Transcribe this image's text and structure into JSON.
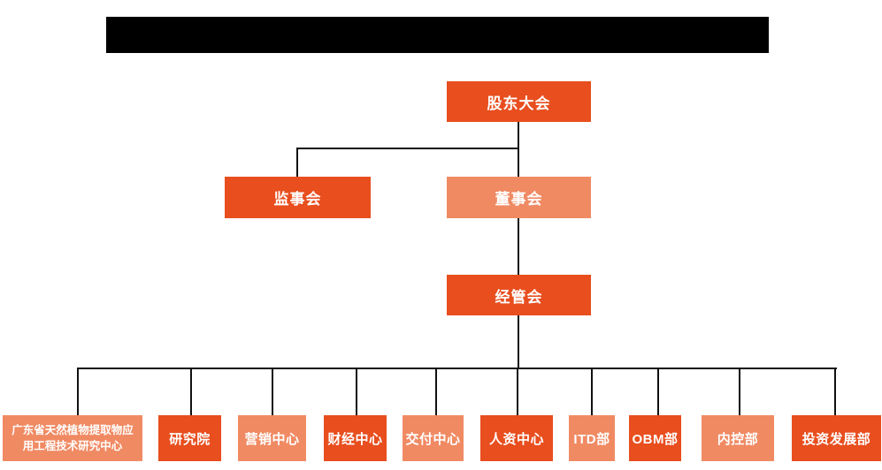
{
  "colors": {
    "node_primary": "#E84E1E",
    "node_secondary": "#F08A63",
    "connector": "#111111",
    "redaction": "#000000",
    "node_text": "#ffffff",
    "background": "#ffffff"
  },
  "org_chart": {
    "root": {
      "label": "股东大会",
      "variant": "primary"
    },
    "level2": [
      {
        "label": "监事会",
        "variant": "primary"
      },
      {
        "label": "董事会",
        "variant": "secondary"
      }
    ],
    "level3": [
      {
        "label": "经管会",
        "variant": "primary"
      }
    ],
    "level4": [
      {
        "label": "广东省天然植物提取物应用工程技术研究中心",
        "variant": "secondary"
      },
      {
        "label": "研究院",
        "variant": "primary"
      },
      {
        "label": "营销中心",
        "variant": "secondary"
      },
      {
        "label": "财经中心",
        "variant": "primary"
      },
      {
        "label": "交付中心",
        "variant": "secondary"
      },
      {
        "label": "人资中心",
        "variant": "primary"
      },
      {
        "label": "ITD部",
        "variant": "secondary"
      },
      {
        "label": "OBM部",
        "variant": "primary"
      },
      {
        "label": "内控部",
        "variant": "secondary"
      },
      {
        "label": "投资发展部",
        "variant": "primary"
      }
    ]
  }
}
